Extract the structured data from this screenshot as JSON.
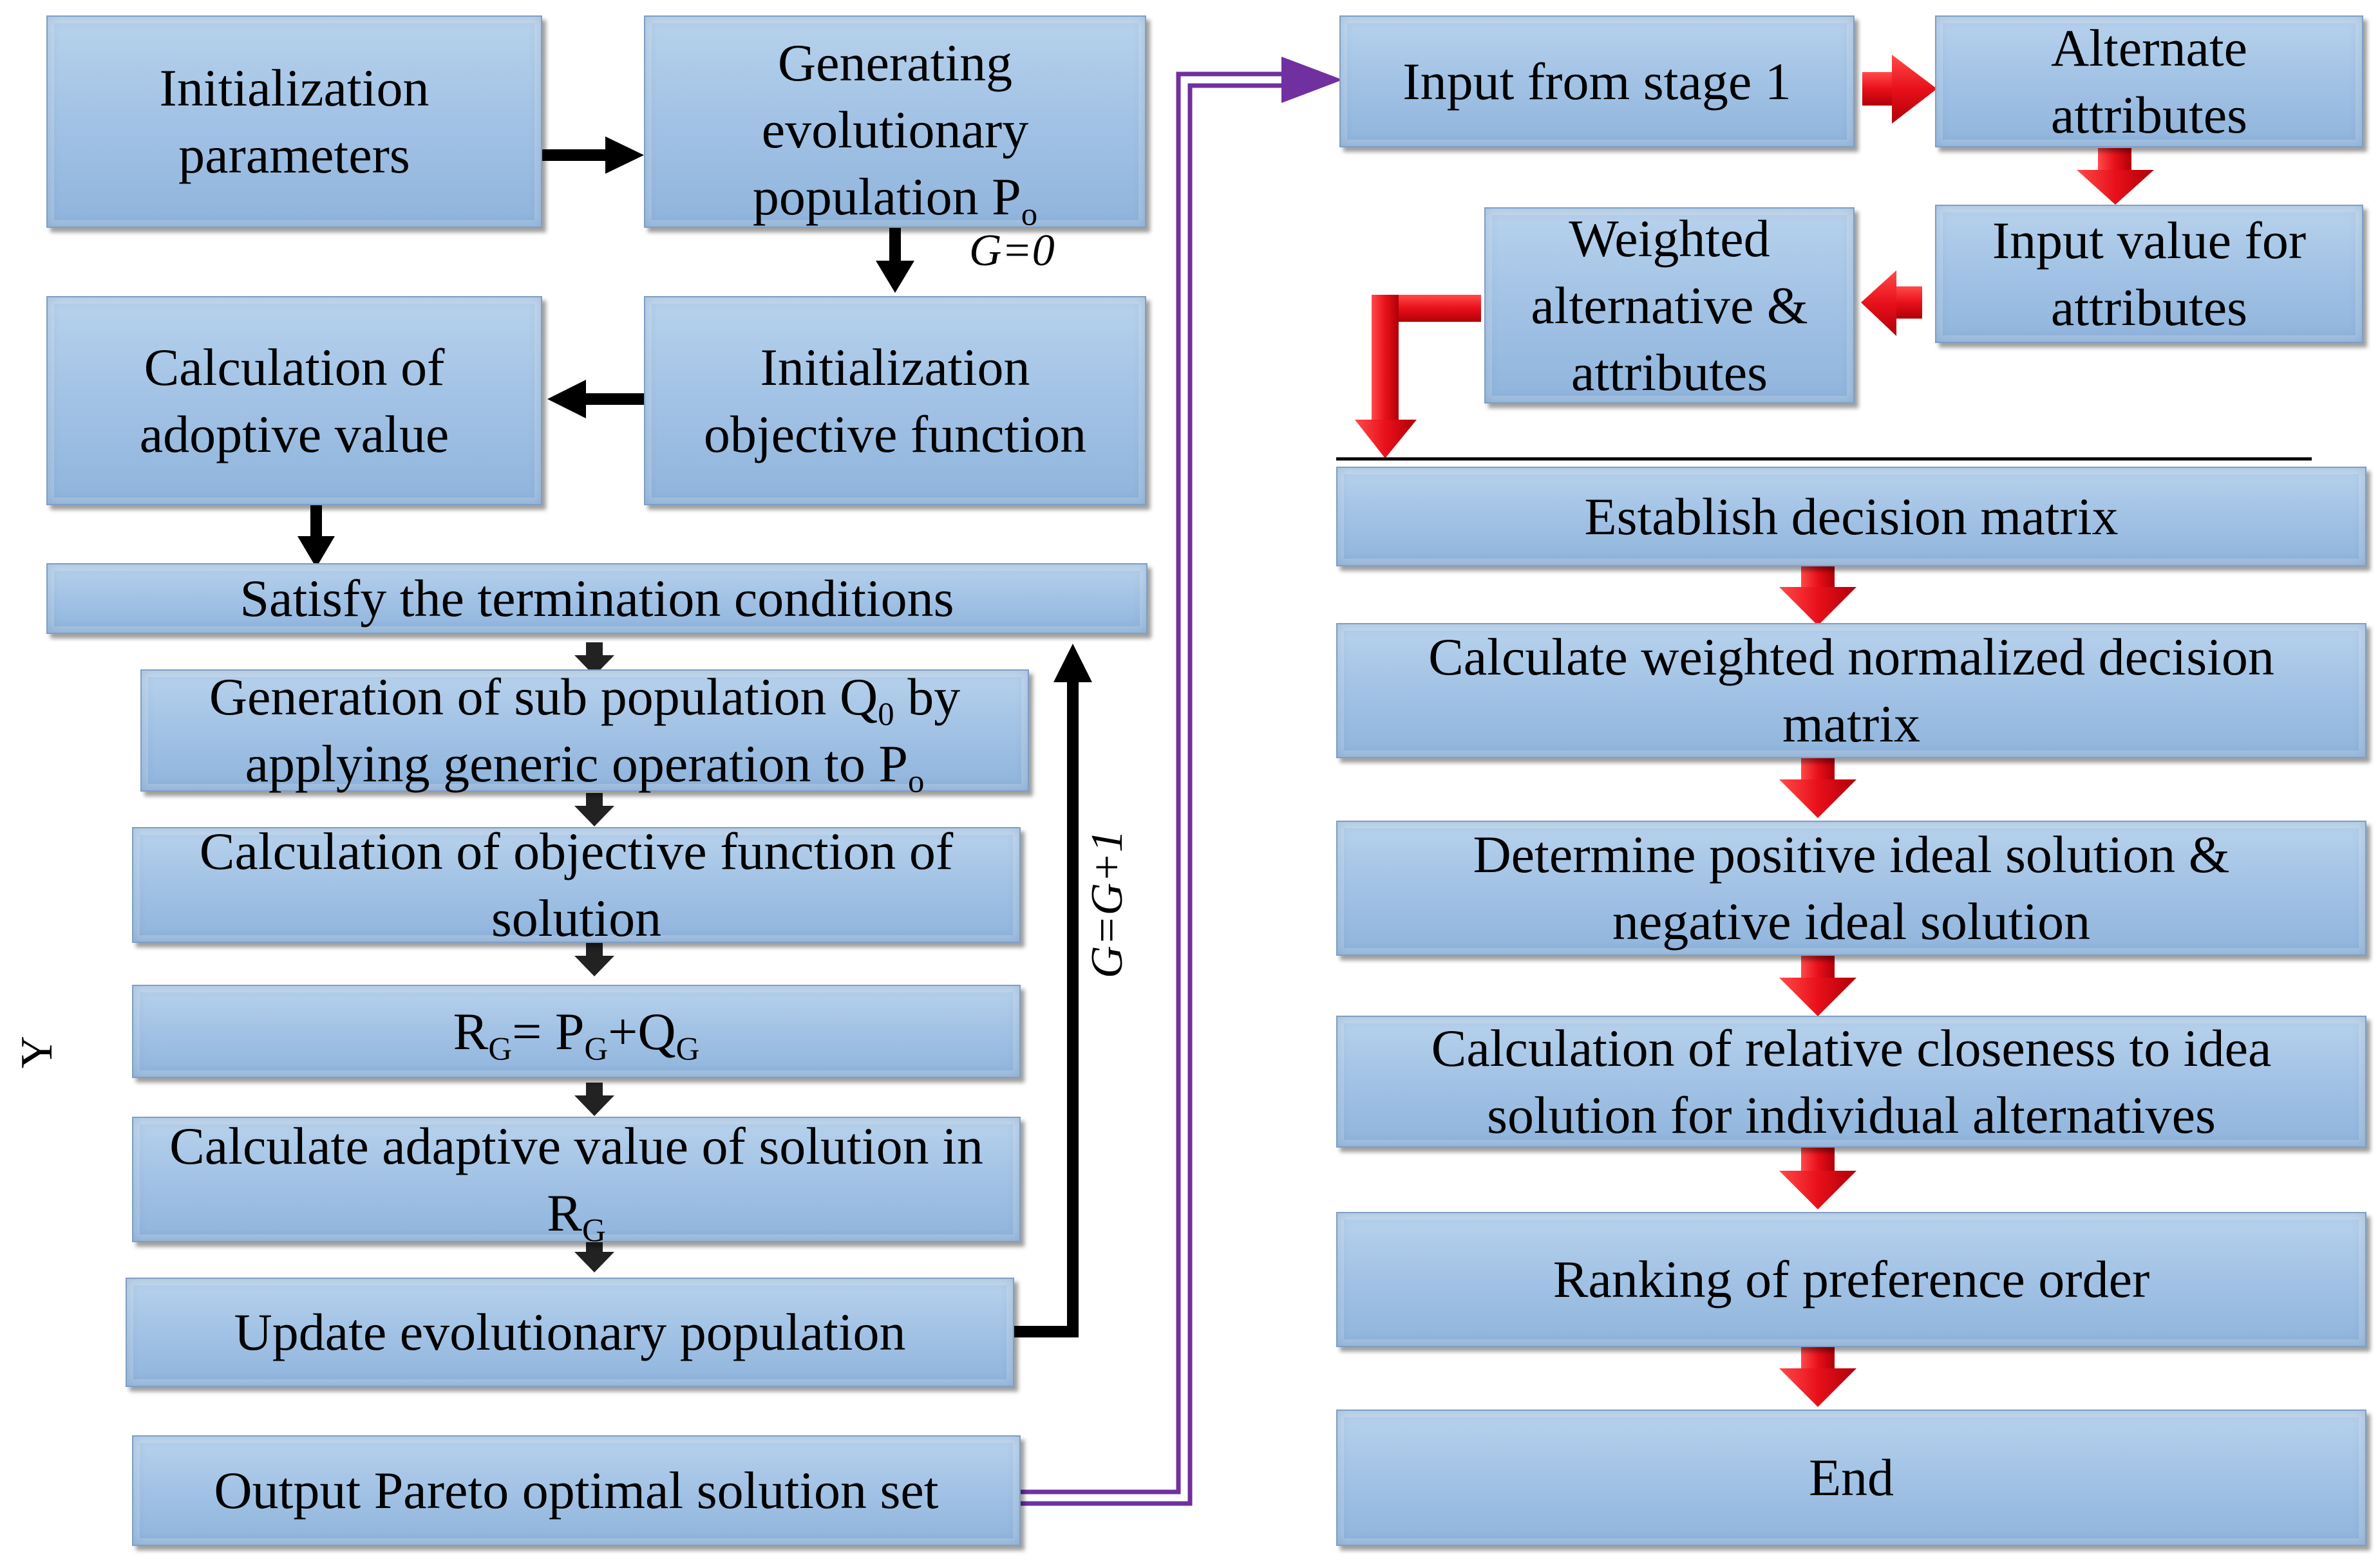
{
  "boxes": {
    "init_params": "Initialization parameters",
    "gen_pop": "Generating evolutionary population P",
    "gen_pop_sub": "o",
    "calc_adoptive": "Calculation of adoptive value",
    "init_obj": "Initialization objective function",
    "satisfy": "Satisfy the termination conditions",
    "gen_sub_a": "Generation of sub population Q",
    "gen_sub_a_sub": "0",
    "gen_sub_b": " by applying generic operation to P",
    "gen_sub_b_sub": "o",
    "calc_obj_sol": "Calculation of objective function of solution",
    "rg_r": "R",
    "rg_r_sub": "G",
    "rg_eq": "= P",
    "rg_p_sub": "G",
    "rg_plus": "+Q",
    "rg_q_sub": "G",
    "calc_adapt": "Calculate adaptive value of solution in R",
    "calc_adapt_sub": "G",
    "update_pop": "Update evolutionary population",
    "output_pareto": "Output Pareto optimal solution set",
    "input_stage1": "Input from stage 1",
    "alt_attr": "Alternate attributes",
    "input_value": "Input value for attributes",
    "weighted": "Weighted alternative & attributes",
    "decision_matrix": "Establish decision matrix",
    "weighted_norm": "Calculate weighted normalized decision matrix",
    "pos_neg_ideal": "Determine positive ideal solution & negative ideal solution",
    "relative_close": "Calculation of relative closeness to idea solution for individual alternatives",
    "ranking": "Ranking of preference order",
    "end": "End"
  },
  "notes": {
    "g0": "G=0",
    "g_inc": "G=G+1",
    "y": "Y"
  },
  "colors": {
    "box_fill": "#a4c4e6",
    "black_arrow": "#000000",
    "red_arrow": "#e8101a",
    "purple_connector": "#7030a0"
  }
}
